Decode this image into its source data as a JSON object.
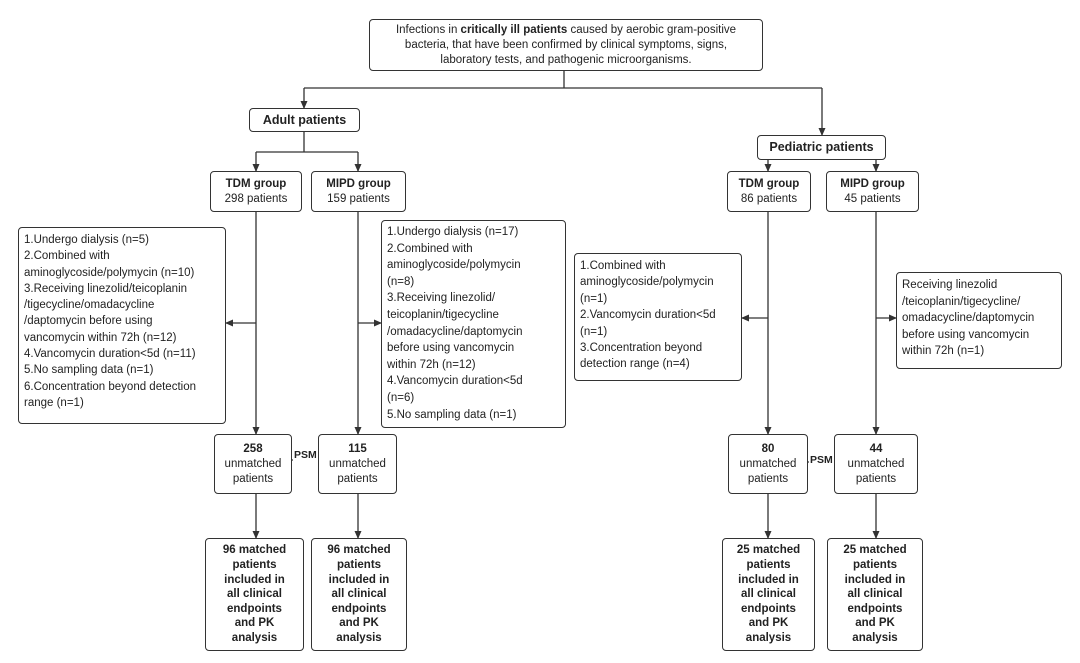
{
  "top": {
    "line1_pre": "Infections in ",
    "line1_bold": "critically ill patients",
    "line1_post": " caused by aerobic gram-positive",
    "line2": "bacteria, that have been confirmed by clinical symptoms, signs,",
    "line3": "laboratory tests, and pathogenic microorganisms."
  },
  "adult": {
    "title": "Adult patients",
    "tdm": {
      "title": "TDM group",
      "count": "298  patients"
    },
    "mipd": {
      "title": "MIPD group",
      "count": "159 patients"
    },
    "tdm_exclusions": [
      "1.Undergo dialysis (n=5)",
      "2.Combined with",
      "aminoglycoside/polymycin (n=10)",
      "3.Receiving linezolid/teicoplanin",
      "/tigecycline/omadacycline",
      "/daptomycin before using",
      "vancomycin within 72h (n=12)",
      "4.Vancomycin duration<5d (n=11)",
      "5.No sampling data (n=1)",
      "6.Concentration beyond detection",
      "range (n=1)"
    ],
    "mipd_exclusions": [
      "1.Undergo dialysis (n=17)",
      "2.Combined with",
      "aminoglycoside/polymycin",
      "(n=8)",
      "3.Receiving linezolid/",
      "teicoplanin/tigecycline",
      "/omadacycline/daptomycin",
      "before using vancomycin",
      "within 72h (n=12)",
      "4.Vancomycin duration<5d",
      "(n=6)",
      "5.No sampling data (n=1)"
    ],
    "tdm_unmatched": {
      "count": "258",
      "line1": "unmatched",
      "line2": "patients"
    },
    "mipd_unmatched": {
      "count": "115",
      "line1": "unmatched",
      "line2": "patients"
    },
    "psm": "PSM",
    "tdm_matched": [
      "96 matched",
      "patients",
      "included in",
      "all clinical",
      "endpoints",
      "and PK",
      "analysis"
    ],
    "mipd_matched": [
      "96 matched",
      "patients",
      "included in",
      "all clinical",
      "endpoints",
      "and PK",
      "analysis"
    ]
  },
  "pediatric": {
    "title": "Pediatric patients",
    "tdm": {
      "title": "TDM group",
      "count": "86  patients"
    },
    "mipd": {
      "title": "MIPD group",
      "count": "45 patients"
    },
    "tdm_exclusions": [
      "1.Combined with",
      "aminoglycoside/polymycin",
      "(n=1)",
      "2.Vancomycin duration<5d",
      "(n=1)",
      "3.Concentration beyond",
      "detection range (n=4)"
    ],
    "mipd_exclusions": [
      "Receiving linezolid",
      "/teicoplanin/tigecycline/",
      "omadacycline/daptomycin",
      "before using vancomycin",
      "within 72h (n=1)"
    ],
    "tdm_unmatched": {
      "count": "80",
      "line1": "unmatched",
      "line2": "patients"
    },
    "mipd_unmatched": {
      "count": "44",
      "line1": "unmatched",
      "line2": "patients"
    },
    "psm": "PSM",
    "tdm_matched": [
      "25 matched",
      "patients",
      "included in",
      "all clinical",
      "endpoints",
      "and PK",
      "analysis"
    ],
    "mipd_matched": [
      "25 matched",
      "patients",
      "included in",
      "all clinical",
      "endpoints",
      "and PK",
      "analysis"
    ]
  }
}
